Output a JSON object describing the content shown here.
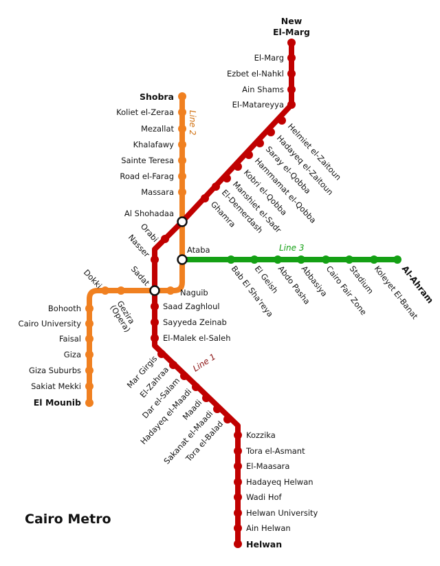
{
  "title": "Cairo Metro",
  "colors": {
    "line1": "#c00000",
    "line2": "#f08020",
    "line3": "#14a014",
    "interchange_fill": "#ffffff",
    "interchange_stroke": "#111111"
  },
  "lines": {
    "line1": {
      "name": "Line 1"
    },
    "line2": {
      "name": "Line 2"
    },
    "line3": {
      "name": "Line 3"
    }
  },
  "terminals": {
    "new_el_marg_1": "New",
    "new_el_marg_2": "El-Marg",
    "shobra": "Shobra",
    "el_mounib": "El Mounib",
    "helwan": "Helwan",
    "al_ahram": "Al-Ahram"
  },
  "stations": {
    "el_marg": "El-Marg",
    "ezbet_el_nahkl": "Ezbet el-Nahkl",
    "ain_shams": "Ain Shams",
    "el_matareyya": "El-Matareyya",
    "helmiet_el_zaitoun": "Helmiet el-Zaitoun",
    "hadayeq_el_zaitoun": "Hadayeq el-Zaitoun",
    "saray_el_qobba": "Saray el-Qobba",
    "hammamat_el_qobba": "Hammamat el-Qobba",
    "kobri_el_qobba": "Kobri el-Qobba",
    "manshiet_el_sadr": "Manshiet el-Sadr",
    "el_demerdash": "El-Demerdash",
    "ghamra": "Ghamra",
    "koliet_el_zeraa": "Koliet el-Zeraa",
    "mezallat": "Mezallat",
    "khalafawy": "Khalafawy",
    "sainte_teresa": "Sainte Teresa",
    "road_el_farag": "Road el-Farag",
    "massara": "Massara",
    "al_shohadaa": "Al Shohadaa",
    "orabi": "Orabi",
    "nasser": "Nasser",
    "ataba": "Ataba",
    "sadat": "Sadat",
    "naguib": "Naguib",
    "dokki": "Dokki",
    "gezira": "Gezira",
    "opera": "(Opera)",
    "bohooth": "Bohooth",
    "cairo_university": "Cairo University",
    "faisal": "Faisal",
    "giza": "Giza",
    "giza_suburbs": "Giza Suburbs",
    "sakiat_mekki": "Sakiat Mekki",
    "saad_zaghloul": "Saad Zaghloul",
    "sayyeda_zeinab": "Sayyeda Zeinab",
    "el_malek_el_saleh": "El-Malek el-Saleh",
    "mar_girgis": "Mar Girgis",
    "el_zahraa": "El-Zahraa",
    "dar_el_salam": "Dar el-Salam",
    "hadayeq_el_maadi": "Hadayeq el-Maadi",
    "maadi": "Maadi",
    "sakanat_el_maadi": "Sakanat el-Maadi",
    "tora_el_balad": "Tora el-Balad",
    "kozzika": "Kozzika",
    "tora_el_asmant": "Tora el-Asmant",
    "el_maasara": "El-Maasara",
    "hadayeq_helwan": "Hadayeq Helwan",
    "wadi_hof": "Wadi Hof",
    "helwan_university": "Helwan University",
    "ain_helwan": "Ain Helwan",
    "bab_el_sharia": "Bab El Sha'reya",
    "el_geish": "El Geish",
    "abdo_pasha": "Abdo Pasha",
    "abbasiya": "Abbasiya",
    "cairo_fair_zone": "Cairo Fair Zone",
    "stadium": "Stadium",
    "koleyet_el_banat": "Koleyet El-Banat"
  }
}
